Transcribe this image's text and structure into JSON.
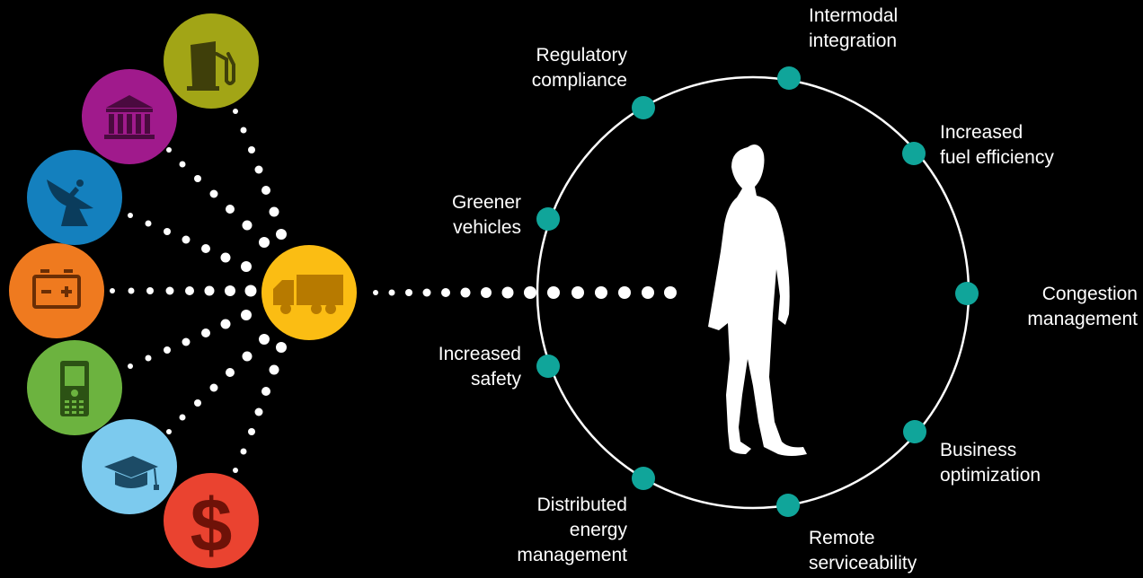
{
  "benefits": [
    {
      "id": "intermodal",
      "lines": [
        "Intermodal",
        "integration"
      ]
    },
    {
      "id": "fuel",
      "lines": [
        "Increased",
        "fuel efficiency"
      ]
    },
    {
      "id": "congestion",
      "lines": [
        "Congestion",
        "management"
      ]
    },
    {
      "id": "business",
      "lines": [
        "Business",
        "optimization"
      ]
    },
    {
      "id": "remote",
      "lines": [
        "Remote",
        "serviceability"
      ]
    },
    {
      "id": "distributed",
      "lines": [
        "Distributed",
        "energy",
        "management"
      ]
    },
    {
      "id": "safety",
      "lines": [
        "Increased",
        "safety"
      ]
    },
    {
      "id": "greener",
      "lines": [
        "Greener",
        "vehicles"
      ]
    },
    {
      "id": "regulatory",
      "lines": [
        "Regulatory",
        "compliance"
      ]
    }
  ],
  "sources": [
    {
      "id": "fuel-pump",
      "icon": "fuel-pump-icon",
      "color": "#a2a516"
    },
    {
      "id": "government",
      "icon": "government-icon",
      "color": "#a01a8c"
    },
    {
      "id": "satellite",
      "icon": "satellite-dish-icon",
      "color": "#1480be"
    },
    {
      "id": "battery",
      "icon": "battery-icon",
      "color": "#ef7a1f"
    },
    {
      "id": "phone",
      "icon": "mobile-phone-icon",
      "color": "#6cb33f"
    },
    {
      "id": "education",
      "icon": "graduation-cap-icon",
      "color": "#7ccaee"
    },
    {
      "id": "finance",
      "icon": "dollar-icon",
      "color": "#ea4330"
    }
  ],
  "hub": {
    "icon": "truck-icon",
    "color": "#fbbd13"
  },
  "center": {
    "icon": "person-silhouette"
  },
  "colors": {
    "background": "#000000",
    "dot": "#ffffff",
    "node": "#10a59a",
    "ring": "#ffffff"
  }
}
